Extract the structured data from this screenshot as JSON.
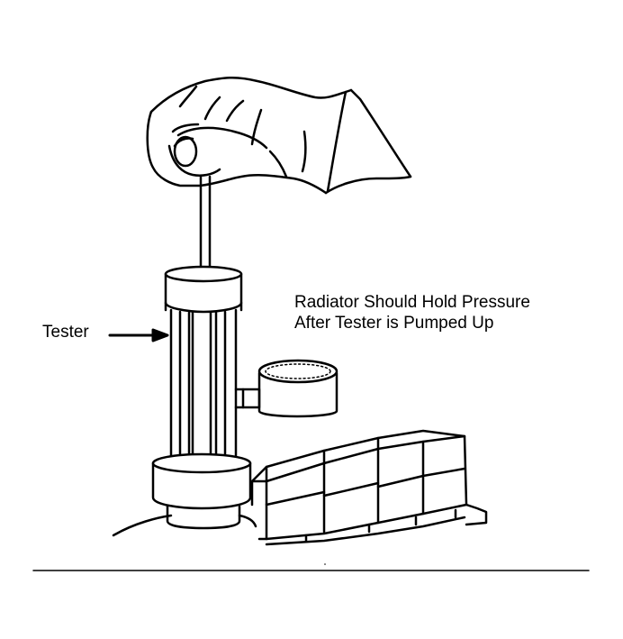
{
  "labels": {
    "tester": "Tester",
    "note_line1": "Radiator Should Hold Pressure",
    "note_line2": "After Tester is Pumped Up"
  },
  "colors": {
    "ink": "#000000",
    "paper": "#ffffff"
  }
}
